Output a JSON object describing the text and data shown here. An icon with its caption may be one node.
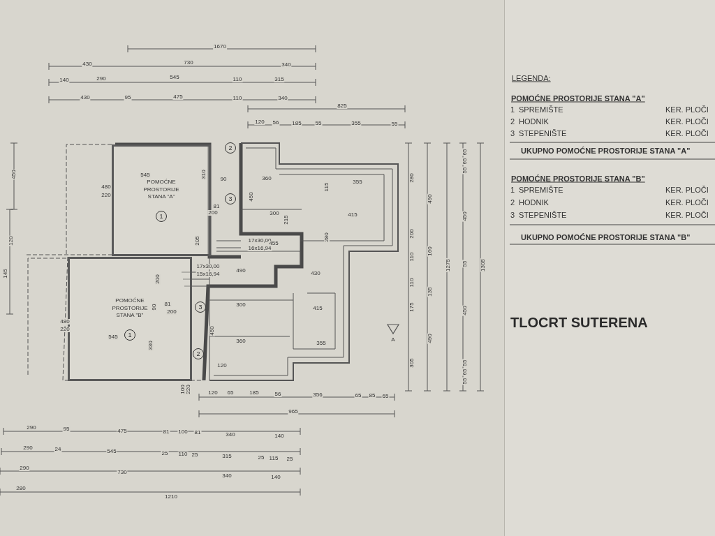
{
  "diagram": {
    "title": "TLOCRT SUTERENA",
    "nodes": [
      {
        "text": [
          "POMOĆNE PROSTORIJE STANA \"A\""
        ]
      },
      {
        "text": [
          "1"
        ],
        "in": 0
      },
      {
        "text": [
          "POMOĆNE PROSTORIJE STANA \"B\""
        ]
      },
      {
        "text": [
          "1"
        ],
        "in": 2
      },
      {
        "text": [
          "2"
        ]
      },
      {
        "text": [
          "3"
        ]
      },
      {
        "text": [
          "3"
        ]
      },
      {
        "text": [
          "2"
        ]
      }
    ],
    "labels": [
      "LEGENDA:",
      "POMOĆNE PROSTORIJE STANA \"A\"",
      "1",
      "SPREMIŠTE",
      "KER. PLOČI",
      "2",
      "HODNIK",
      "KER. PLOČI",
      "3",
      "STEPENIŠTE",
      "KER. PLOČI",
      "UKUPNO POMOĆNE PROSTORIJE STANA \"A\"",
      "POMOĆNE PROSTORIJE STANA \"B\"",
      "1",
      "SPREMIŠTE",
      "KER. PLOČI",
      "2",
      "HODNIK",
      "KER. PLOČI",
      "3",
      "STEPENIŠTE",
      "KER. PLOČI",
      "UKUPNO  POMOĆNE PROSTORIJE STANA \"B\"",
      "1670",
      "430",
      "730",
      "340",
      "140",
      "290",
      "545",
      "110",
      "315",
      "430",
      "95",
      "475",
      "110",
      "340",
      "825",
      "120",
      "56",
      "185",
      "55",
      "355",
      "55",
      "120",
      "65",
      "185",
      "56",
      "356",
      "65",
      "85",
      "65",
      "965",
      "290",
      "95",
      "475",
      "81",
      "100",
      "81",
      "340",
      "140",
      "290",
      "24",
      "545",
      "25",
      "110",
      "25",
      "315",
      "25",
      "115",
      "25",
      "290",
      "730",
      "340",
      "140",
      "280",
      "1210",
      "280",
      "200",
      "110",
      "110",
      "175",
      "305",
      "490",
      "160",
      "135",
      "490",
      "1275",
      "65",
      "65",
      "55",
      "450",
      "55",
      "450",
      "55",
      "65",
      "55",
      "1305",
      "450",
      "120",
      "145",
      "545",
      "480",
      "220",
      "310",
      "205",
      "90",
      "200",
      "81",
      "360",
      "450",
      "300",
      "215",
      "355",
      "115",
      "415",
      "280",
      "17x30,00",
      "16x16,94",
      "455",
      "17x30,00",
      "15x16,94",
      "490",
      "430",
      "200",
      "90",
      "81",
      "200",
      "480",
      "220",
      "545",
      "330",
      "300",
      "415",
      "360",
      "355",
      "450",
      "120",
      "100",
      "220",
      "A"
    ]
  }
}
